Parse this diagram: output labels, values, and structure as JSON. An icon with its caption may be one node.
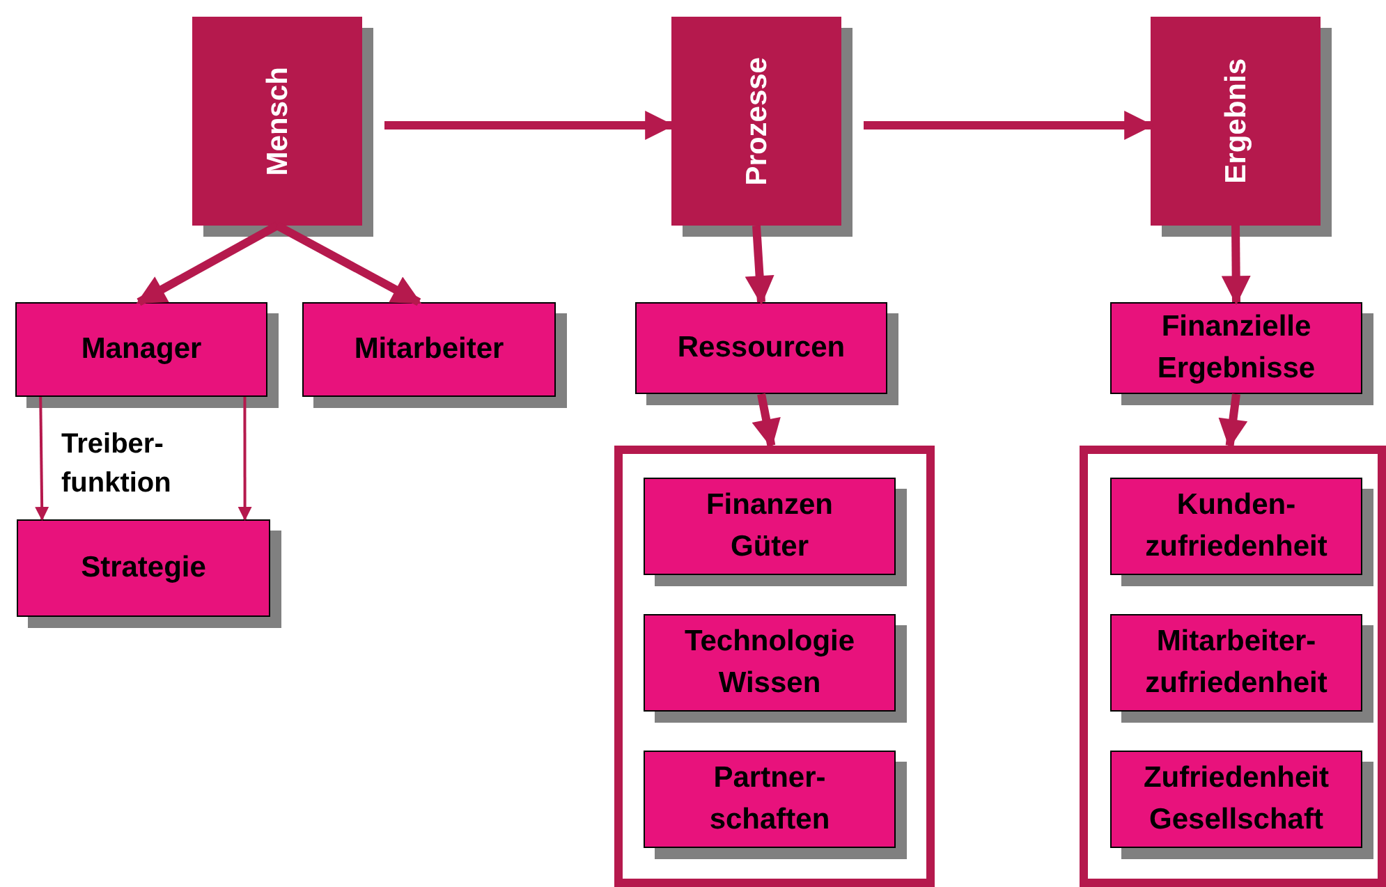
{
  "diagram": {
    "nodes": [
      {
        "text": [
          "Mensch"
        ]
      },
      {
        "text": [
          "Prozesse"
        ]
      },
      {
        "text": [
          "Ergebnis"
        ]
      },
      {
        "text": [
          "Manager"
        ]
      },
      {
        "text": [
          "Mitarbeiter"
        ]
      },
      {
        "text": [
          "Strategie"
        ]
      },
      {
        "text": [
          "Ressourcen"
        ]
      },
      {
        "text": [
          "Finanzielle Ergebnisse"
        ]
      },
      {
        "text": [],
        "shape": "box"
      },
      {
        "text": [
          "Finanzen Güter"
        ],
        "in": 8
      },
      {
        "text": [
          "Technologie Wissen"
        ],
        "in": 8
      },
      {
        "text": [
          "Partner- schaften"
        ],
        "in": 8
      },
      {
        "text": [],
        "shape": "box"
      },
      {
        "text": [
          "Kunden- zufriedenheit"
        ],
        "in": 12
      },
      {
        "text": [
          "Mitarbeiter- zufriedenheit"
        ],
        "in": 12
      },
      {
        "text": [
          "Zufriedenheit Gesellschaft"
        ],
        "in": 12
      }
    ],
    "edges": [
      {
        "from": 0,
        "to": 1,
        "arrow": "to"
      },
      {
        "from": 1,
        "to": 2,
        "arrow": "to"
      },
      {
        "from": 0,
        "to": 3,
        "arrow": "to"
      },
      {
        "from": 0,
        "to": 4,
        "arrow": "to"
      },
      {
        "from": 3,
        "to": 5,
        "arrow": "to"
      },
      {
        "from": 3,
        "to": 5,
        "arrow": "to"
      },
      {
        "from": 1,
        "to": 6,
        "arrow": "to"
      },
      {
        "from": 6,
        "to": 8,
        "arrow": "to"
      },
      {
        "from": 2,
        "to": 7,
        "arrow": "to"
      },
      {
        "from": 7,
        "to": 12,
        "arrow": "to"
      }
    ],
    "labels": [
      "Treiber- funktion"
    ]
  }
}
